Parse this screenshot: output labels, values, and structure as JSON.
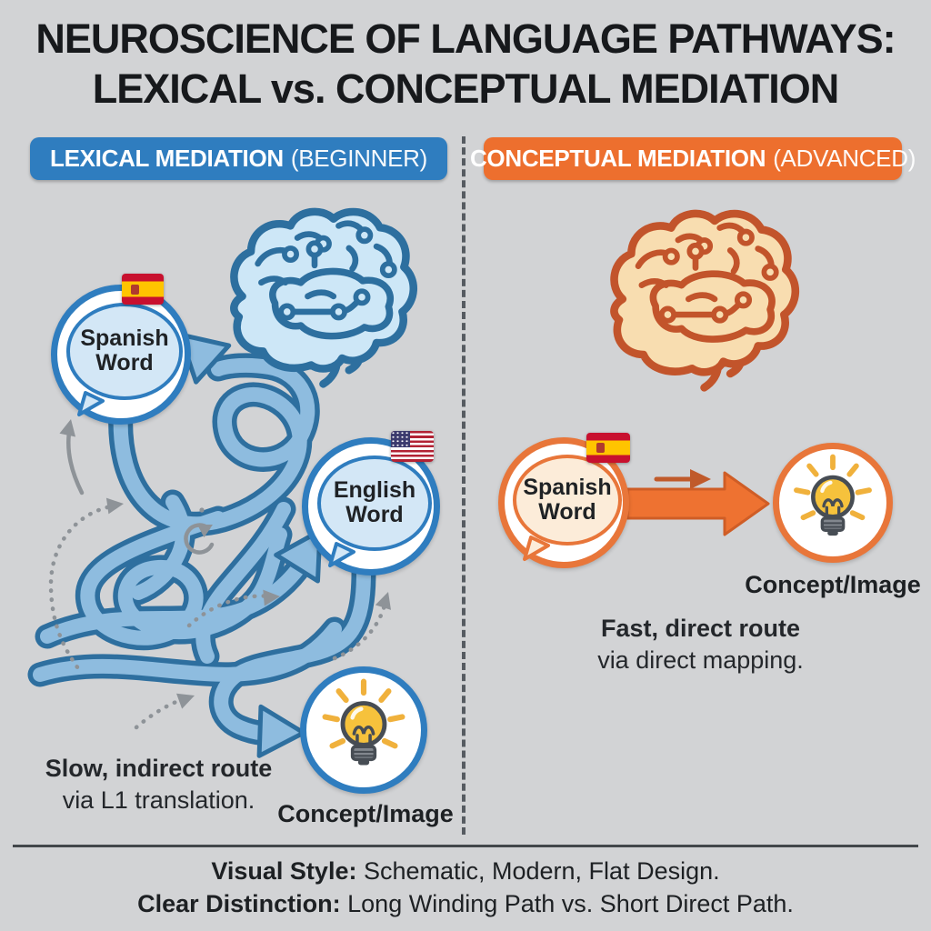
{
  "title": {
    "line1": "NEUROSCIENCE OF LANGUAGE PATHWAYS:",
    "line2": "LEXICAL vs. CONCEPTUAL MEDIATION"
  },
  "left_panel": {
    "header": {
      "title": "LEXICAL MEDIATION",
      "level": "(BEGINNER)"
    },
    "source_node": {
      "label": "Spanish Word",
      "flag": "spain-flag"
    },
    "intermediate_node": {
      "label": "English Word",
      "flag": "us-flag"
    },
    "concept_node": {
      "label": "Concept/Image",
      "icon": "lightbulb-icon"
    },
    "caption": {
      "line1": "Slow, indirect route",
      "line2": "via L1 translation."
    },
    "accent_color": "#2f7dbf"
  },
  "right_panel": {
    "header": {
      "title": "CONCEPTUAL MEDIATION",
      "level": "(ADVANCED)"
    },
    "source_node": {
      "label": "Spanish Word",
      "flag": "spain-flag"
    },
    "concept_node": {
      "label": "Concept/Image",
      "icon": "lightbulb-icon"
    },
    "caption": {
      "line1": "Fast, direct route",
      "line2": "via direct mapping."
    },
    "accent_color": "#ed6f2e"
  },
  "footer": {
    "line1": {
      "label": "Visual Style:",
      "text": " Schematic, Modern, Flat Design."
    },
    "line2": {
      "label": "Clear Distinction:",
      "text": " Long Winding Path vs. Short Direct Path."
    }
  },
  "colors": {
    "background": "#d2d3d5",
    "blue_accent": "#2f7dbf",
    "orange_accent": "#ed6f2e",
    "path_fill": "#8ebcdf",
    "path_outline": "#2e6f9f",
    "gray_annotation": "#8e9398",
    "bulb_yellow": "#f6c23c",
    "text_dark": "#17191c"
  }
}
